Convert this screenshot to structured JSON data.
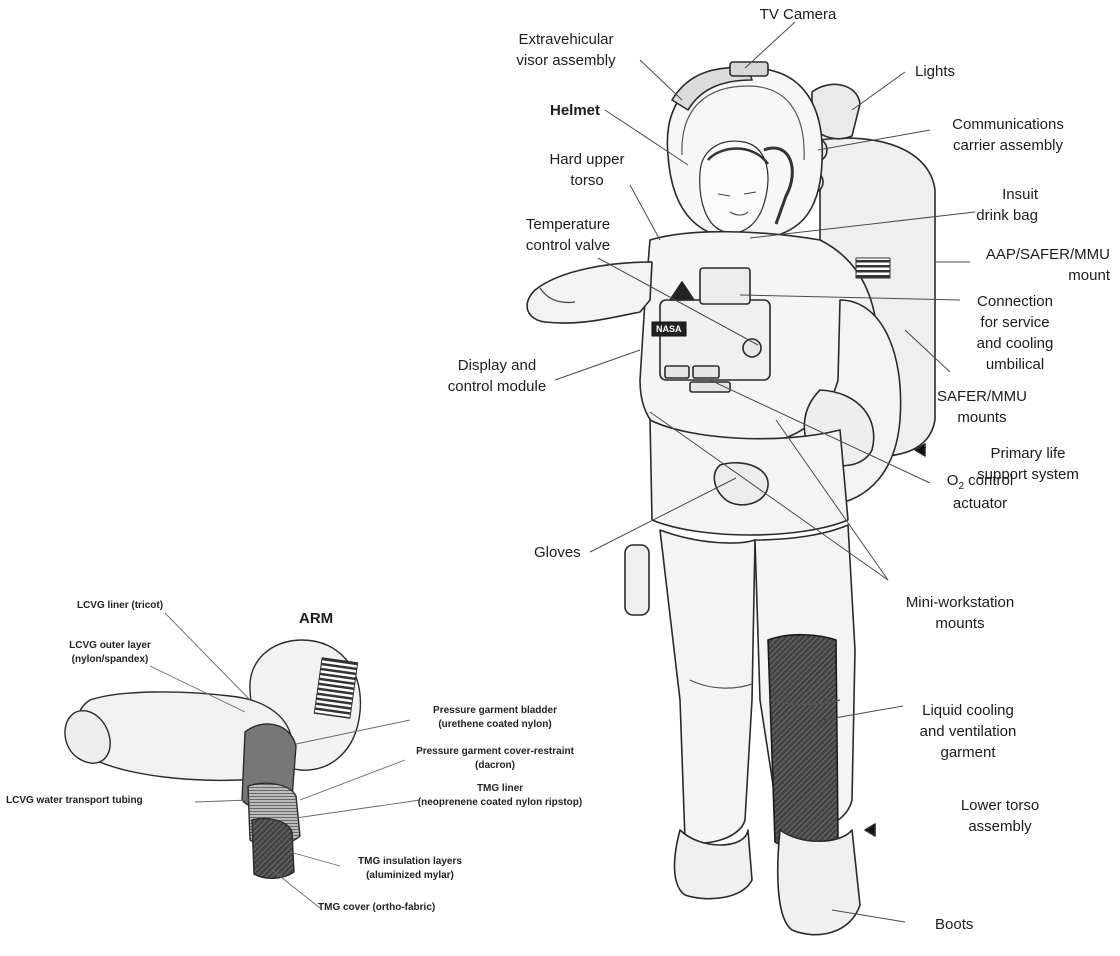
{
  "labels": {
    "tv_camera": "TV Camera",
    "ev_visor_1": "Extravehicular",
    "ev_visor_2": "visor assembly",
    "lights": "Lights",
    "helmet": "Helmet",
    "comm_1": "Communications",
    "comm_2": "carrier assembly",
    "hut_1": "Hard upper",
    "hut_2": "torso",
    "insuit_1": "Insuit",
    "insuit_2": "drink bag",
    "tcv_1": "Temperature",
    "tcv_2": "control valve",
    "aap_1": "AAP/SAFER/MMU",
    "aap_2": "mount",
    "conn_1": "Connection",
    "conn_2": "for service",
    "conn_3": "and cooling",
    "conn_4": "umbilical",
    "dcm_1": "Display and",
    "dcm_2": "control module",
    "safer_1": "SAFER/MMU",
    "safer_2": "mounts",
    "pls_1": "Primary life",
    "pls_2": "support system",
    "o2_main": "O",
    "o2_sub": "2",
    "o2_rest": " control",
    "o2_2": "actuator",
    "gloves": "Gloves",
    "mws_1": "Mini-workstation",
    "mws_2": "mounts",
    "lcvg_1": "Liquid cooling",
    "lcvg_2": "and ventilation",
    "lcvg_3": "garment",
    "lta_1": "Lower torso",
    "lta_2": "assembly",
    "boots": "Boots"
  },
  "arm": {
    "title": "ARM",
    "lcvg_liner": "LCVG liner (tricot)",
    "lcvg_outer_1": "LCVG outer layer",
    "lcvg_outer_2": "(nylon/spandex)",
    "bladder_1": "Pressure garment bladder",
    "bladder_2": "(urethene coated nylon)",
    "cover_1": "Pressure garment cover-restraint",
    "cover_2": "(dacron)",
    "tmg_liner_1": "TMG liner",
    "tmg_liner_2": "(neoprenene coated nylon ripstop)",
    "tubing": "LCVG water transport tubing",
    "insul_1": "TMG insulation layers",
    "insul_2": "(aluminized mylar)",
    "tmg_cover": "TMG cover (ortho-fabric)"
  },
  "badges": {
    "nasa": "NASA"
  }
}
